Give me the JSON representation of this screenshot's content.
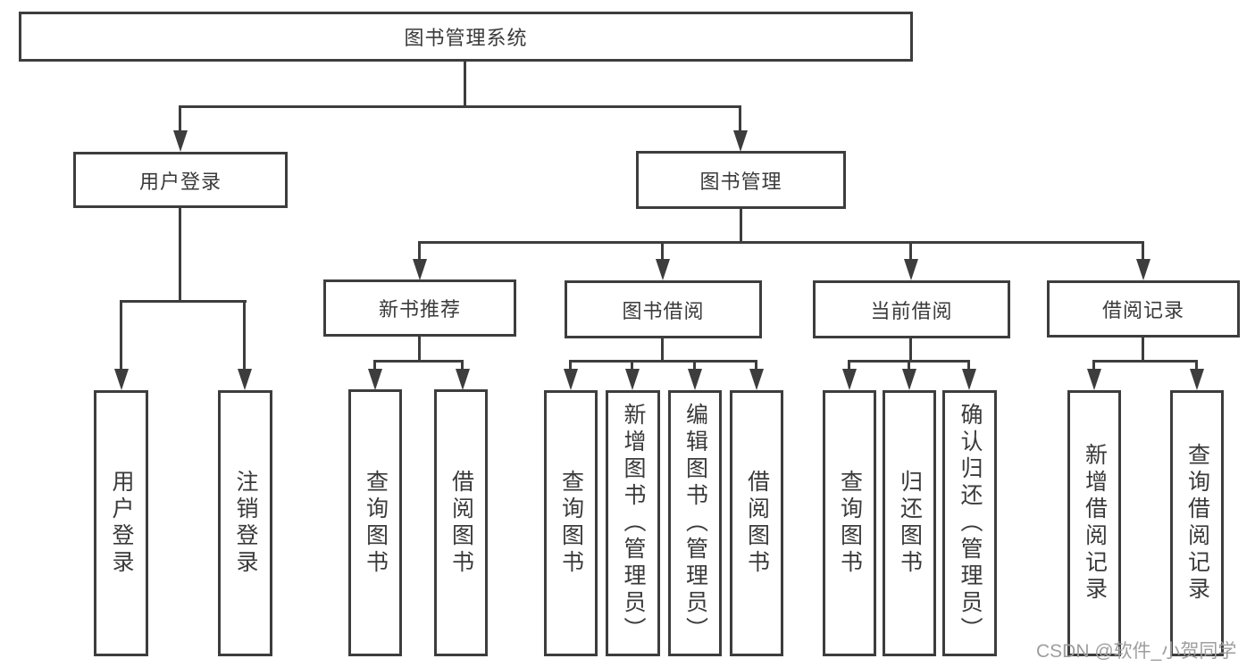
{
  "diagram": {
    "type": "tree",
    "root": {
      "label": "图书管理系统"
    },
    "level2": [
      {
        "label": "用户登录"
      },
      {
        "label": "图书管理"
      }
    ],
    "level3": [
      {
        "label": "新书推荐"
      },
      {
        "label": "图书借阅"
      },
      {
        "label": "当前借阅"
      },
      {
        "label": "借阅记录"
      }
    ],
    "leaves": {
      "user_login": [
        "用户登录",
        "注销登录"
      ],
      "new_book": [
        "查询图书",
        "借阅图书"
      ],
      "book_borrow": [
        "查询图书",
        "新增图书（管理员）",
        "编辑图书（管理员）",
        "借阅图书"
      ],
      "current_borrow": [
        "查询图书",
        "归还图书",
        "确认归还（管理员）"
      ],
      "borrow_records": [
        "新增借阅记录",
        "查询借阅记录"
      ]
    },
    "colors": {
      "line": "#3d3d3d",
      "text": "#3a3a3a",
      "box_background": "#ffffff",
      "watermark": "#9e9e9e"
    }
  },
  "watermark": {
    "text": "CSDN @软件_小贺同学"
  }
}
